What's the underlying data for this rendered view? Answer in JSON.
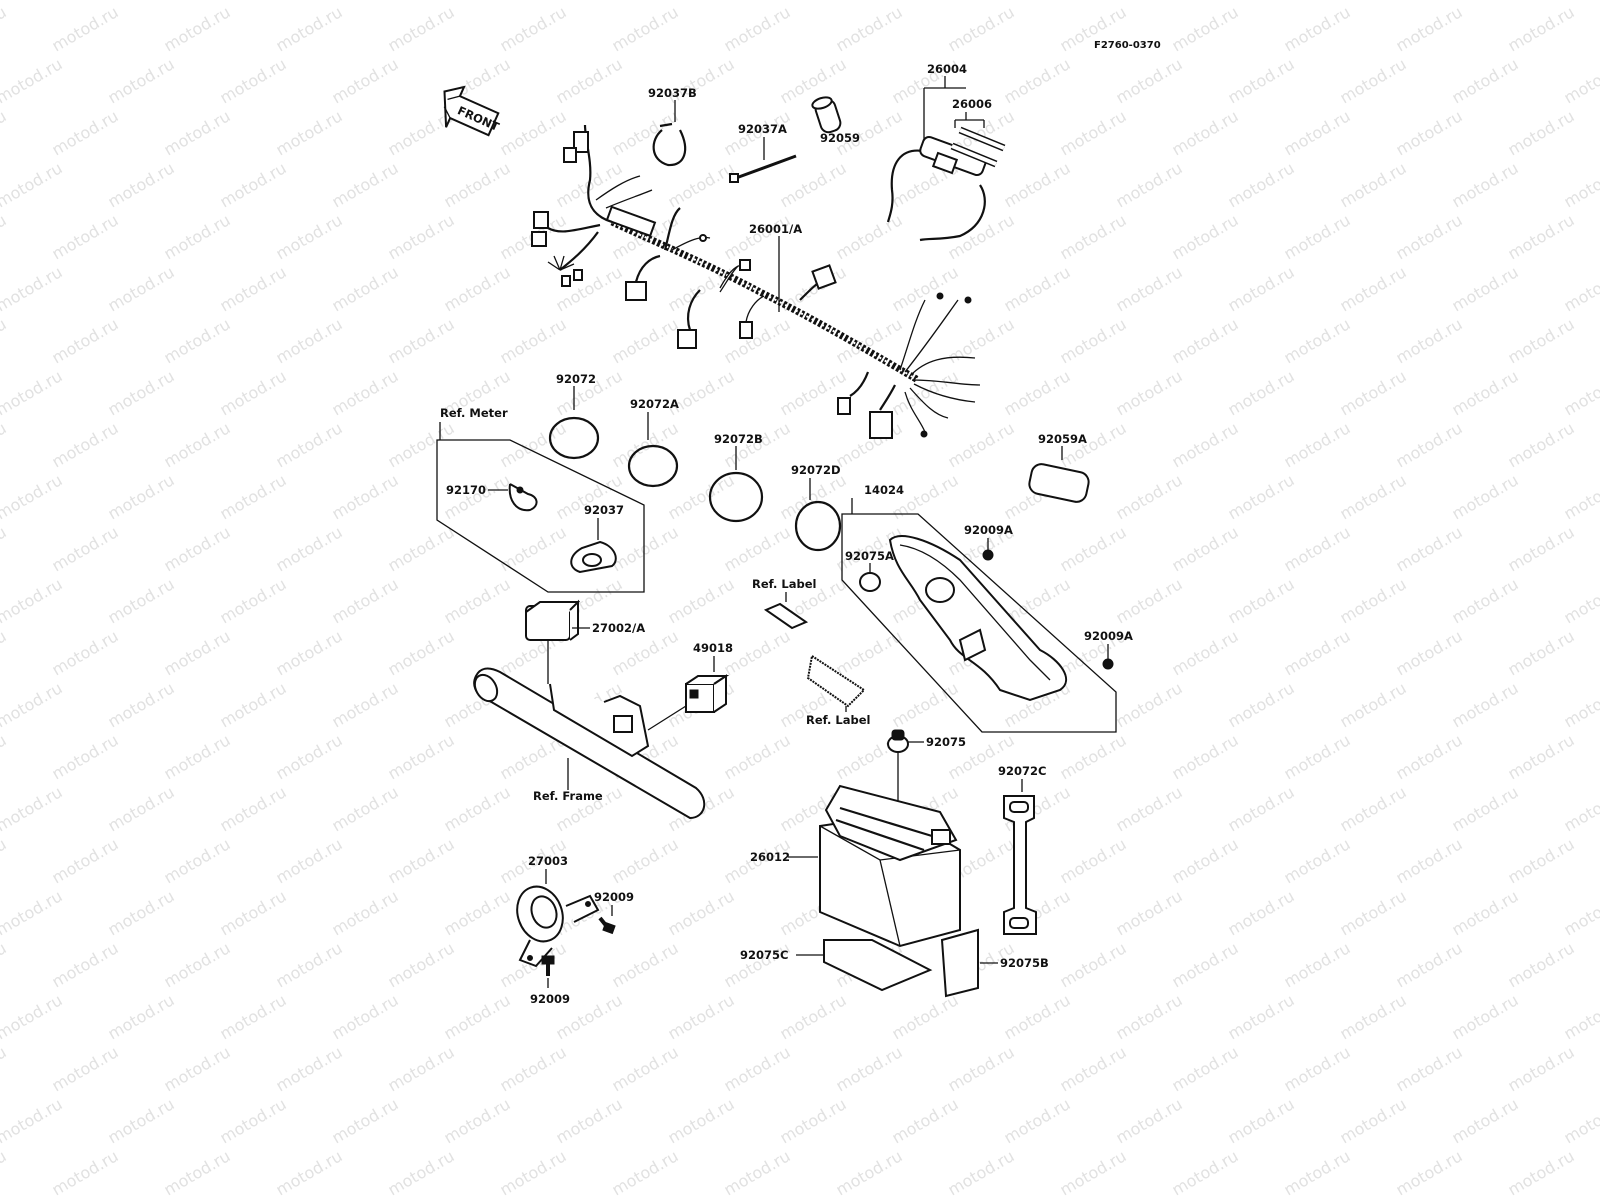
{
  "figure_code": "F2760-0370",
  "watermark": "motod.ru",
  "front_label": "FRONT",
  "parts": {
    "p92037B": "92037B",
    "p92037A": "92037A",
    "p92059": "92059",
    "p26004": "26004",
    "p26006": "26006",
    "p26001A": "26001/A",
    "p92072": "92072",
    "p92072A": "92072A",
    "p92072B": "92072B",
    "p92072D": "92072D",
    "p92059A": "92059A",
    "p92170": "92170",
    "p92037": "92037",
    "p14024": "14024",
    "p92009A_1": "92009A",
    "p92075A": "92075A",
    "p92009A_2": "92009A",
    "p27002A": "27002/A",
    "p49018": "49018",
    "p92075": "92075",
    "p92072C": "92072C",
    "p26012": "26012",
    "p27003": "27003",
    "p92009_1": "92009",
    "p92009_2": "92009",
    "p92075C": "92075C",
    "p92075B": "92075B"
  },
  "refs": {
    "meter": "Ref. Meter",
    "label_top": "Ref. Label",
    "label_bottom": "Ref. Label",
    "frame": "Ref. Frame"
  }
}
